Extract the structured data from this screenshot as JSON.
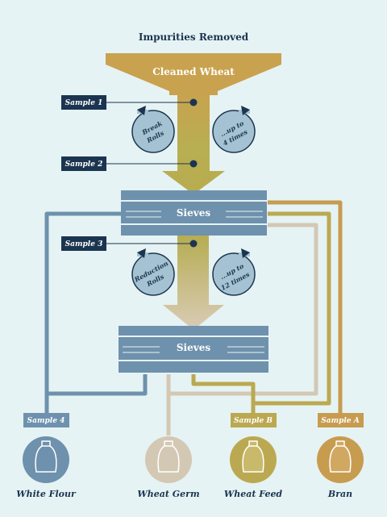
{
  "title": "Impurities Removed",
  "hopper": {
    "label": "Cleaned Wheat"
  },
  "samples": {
    "s1": "Sample 1",
    "s2": "Sample 2",
    "s3": "Sample 3",
    "s4": "Sample 4",
    "sa": "Sample A",
    "sb": "Sample B"
  },
  "rolls": {
    "break_line1": "Break",
    "break_line2": "Rolls",
    "break_repeat_line1": "...up to",
    "break_repeat_line2": "4 times",
    "reduction_line1": "Reduction",
    "reduction_line2": "Rolls",
    "reduction_repeat_line1": "...up to",
    "reduction_repeat_line2": "12 times"
  },
  "sieves": {
    "top": "Sieves",
    "bottom": "Sieves"
  },
  "outputs": {
    "white_flour": "White Flour",
    "wheat_germ": "Wheat Germ",
    "wheat_feed": "Wheat Feed",
    "bran": "Bran"
  },
  "colors": {
    "background": "#e6f3f4",
    "dark_navy": "#1b3550",
    "flour_blue": "#6e91ad",
    "germ_beige": "#d3c8b4",
    "feed_olive": "#bba951",
    "bran_gold": "#c79c4f",
    "wheat_gold": "#c9a24f",
    "circle_fill": "#a4c2d1"
  }
}
